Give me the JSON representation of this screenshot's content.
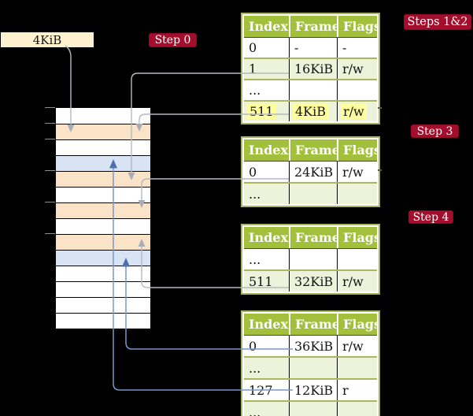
{
  "address_label": "4KiB",
  "badges": {
    "step0": "Step 0",
    "steps12": "Steps 1&2",
    "step3": "Step 3",
    "step4": "Step 4"
  },
  "headers": {
    "index": "Index",
    "frame": "Frame",
    "flags": "Flags"
  },
  "tables": {
    "t1": {
      "rows": [
        [
          "0",
          "-",
          "-"
        ],
        [
          "1",
          "16KiB",
          "r/w"
        ],
        [
          "...",
          "",
          ""
        ],
        [
          "511",
          "4KiB",
          "r/w"
        ]
      ],
      "highlighted_row": "511"
    },
    "t2": {
      "rows": [
        [
          "0",
          "24KiB",
          "r/w"
        ],
        [
          "...",
          "",
          ""
        ]
      ]
    },
    "t3": {
      "rows": [
        [
          "...",
          "",
          ""
        ],
        [
          "511",
          "32KiB",
          "r/w"
        ]
      ]
    },
    "t4": {
      "rows": [
        [
          "0",
          "36KiB",
          "r/w"
        ],
        [
          "...",
          "",
          ""
        ],
        [
          "127",
          "12KiB",
          "r"
        ],
        [
          "...",
          "",
          ""
        ]
      ]
    }
  },
  "memory_column": {
    "row_count": 14,
    "row_size": "4KiB",
    "row_types": [
      "plain",
      "pagetable",
      "plain",
      "data",
      "pagetable",
      "plain",
      "pagetable",
      "plain",
      "pagetable",
      "data",
      "plain",
      "plain",
      "plain",
      "plain"
    ]
  },
  "connections": [
    {
      "from": "4KiB address label",
      "to": "memory frame at 4KiB",
      "color": "gray"
    },
    {
      "from": "table1 index 1 (16KiB)",
      "to": "memory frame at 16KiB",
      "color": "gray"
    },
    {
      "from": "table1 index 511 (4KiB)",
      "to": "memory frame at 4KiB",
      "color": "gray"
    },
    {
      "from": "table2 index 0 (24KiB)",
      "to": "memory frame at 24KiB",
      "color": "gray"
    },
    {
      "from": "table3 index 511 (32KiB)",
      "to": "memory frame at 32KiB",
      "color": "gray"
    },
    {
      "from": "table4 index 0 (36KiB)",
      "to": "memory frame at 36KiB",
      "color": "blue"
    },
    {
      "from": "table4 index 127 (12KiB)",
      "to": "memory frame at 12KiB",
      "color": "blue"
    }
  ],
  "colors": {
    "background": "#000000",
    "badge_red": "#a50d2d",
    "table_header_green": "#a2c03c",
    "table_row_light_green": "#edf2da",
    "table_border_olive": "#a9b45e",
    "highlight_yellow": "#ffff9d",
    "address_box_cream": "#fdf2cd",
    "memory_pagetable_orange": "#fbe3c7",
    "memory_data_blue": "#d8e4f4",
    "gray_arrow": "#b5b9bf",
    "blue_arrow": "#7b96c9"
  }
}
